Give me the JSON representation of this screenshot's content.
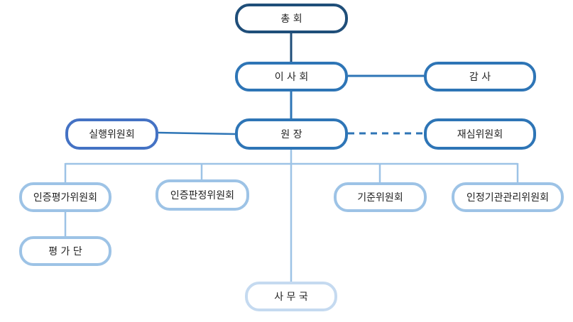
{
  "org": {
    "general_assembly": "총 회",
    "board": "이 사 회",
    "auditor": "감 사",
    "president": "원 장",
    "executive_committee": "실행위원회",
    "review_committee": "재심위원회",
    "cert_eval_committee": "인증평가위원회",
    "cert_decision_committee": "인증판정위원회",
    "standards_committee": "기준위원회",
    "agency_mgmt_committee": "인정기관관리위원회",
    "eval_team": "평 가 단",
    "secretariat": "사 무 국"
  },
  "colors": {
    "dark": "#1f4e79",
    "mid": "#2e75b6",
    "exec": "#4472c4",
    "light": "#9dc3e6",
    "lighter": "#c5daf0"
  }
}
